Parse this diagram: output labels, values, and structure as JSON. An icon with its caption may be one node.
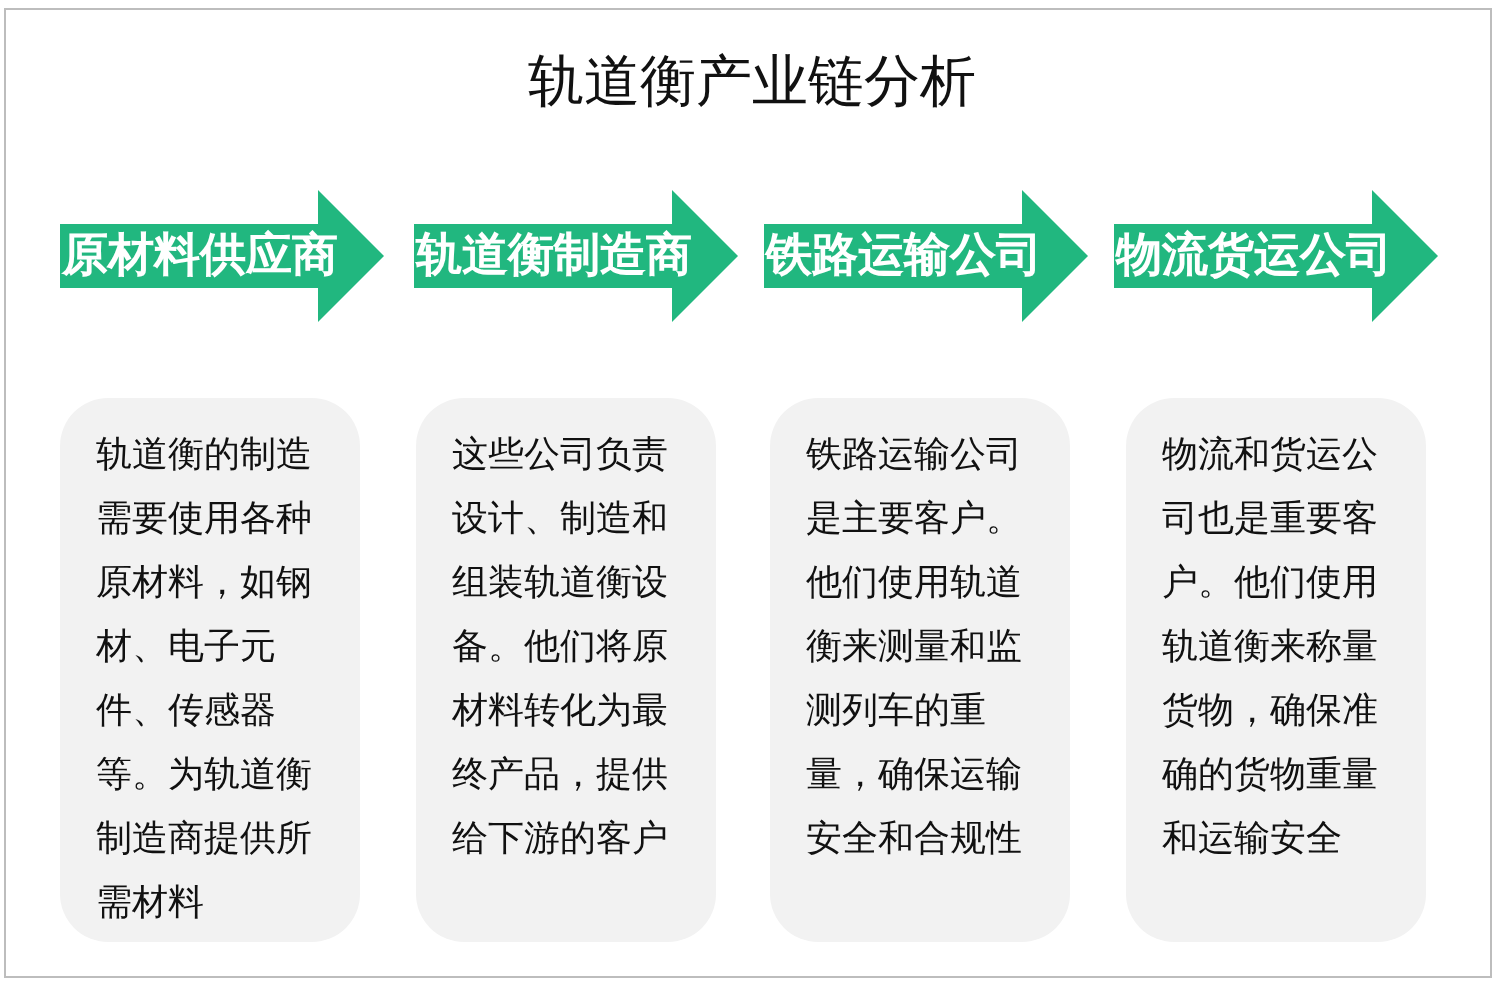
{
  "diagram": {
    "title": "轨道衡产业链分析",
    "nodes": [
      {
        "text": [
          "原材料供应商"
        ]
      },
      {
        "text": [
          "轨道衡制造商"
        ]
      },
      {
        "text": [
          "铁路运输公司"
        ]
      },
      {
        "text": [
          "物流货运公司"
        ]
      },
      {
        "text": [
          "轨道衡的制造需要使用各种原材料，如钢材、电子元件、传感器等。为轨道衡制造商提供所需材料"
        ]
      },
      {
        "text": [
          "这些公司负责设计、制造和组装轨道衡设备。他们将原材料转化为最终产品，提供给下游的客户"
        ]
      },
      {
        "text": [
          "铁路运输公司是主要客户。他们使用轨道衡来测量和监测列车的重量，确保运输安全和合规性"
        ]
      },
      {
        "text": [
          "物流和货运公司也是重要客户。他们使用轨道衡来称量货物，确保准确的货物重量和运输安全"
        ]
      }
    ]
  }
}
